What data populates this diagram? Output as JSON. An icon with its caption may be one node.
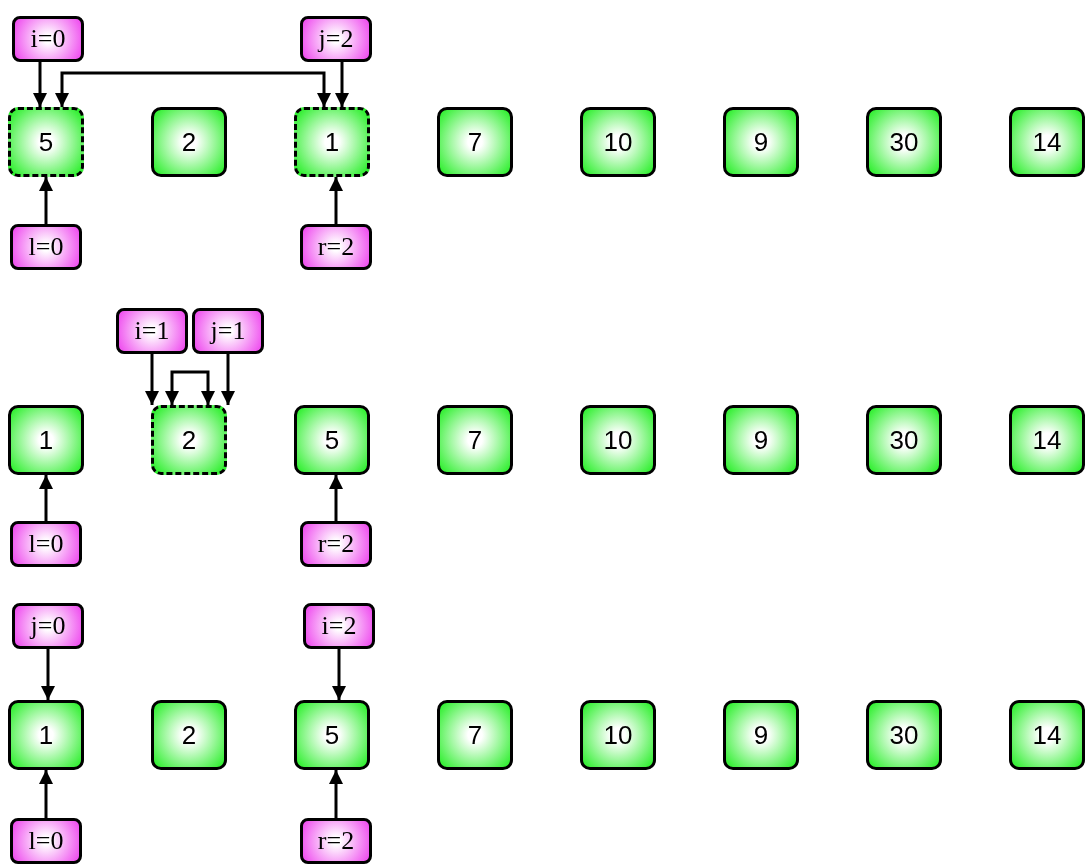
{
  "diagram": {
    "nodes": [
      {
        "text": [
          "i=0"
        ]
      },
      {
        "text": [
          "j=2"
        ]
      },
      {
        "text": [
          "5"
        ]
      },
      {
        "text": [
          "2"
        ]
      },
      {
        "text": [
          "1"
        ]
      },
      {
        "text": [
          "7"
        ]
      },
      {
        "text": [
          "10"
        ]
      },
      {
        "text": [
          "9"
        ]
      },
      {
        "text": [
          "30"
        ]
      },
      {
        "text": [
          "14"
        ]
      },
      {
        "text": [
          "l=0"
        ]
      },
      {
        "text": [
          "r=2"
        ]
      },
      {
        "text": [
          "i=1"
        ]
      },
      {
        "text": [
          "j=1"
        ]
      },
      {
        "text": [
          "1"
        ]
      },
      {
        "text": [
          "2"
        ]
      },
      {
        "text": [
          "5"
        ]
      },
      {
        "text": [
          "7"
        ]
      },
      {
        "text": [
          "10"
        ]
      },
      {
        "text": [
          "9"
        ]
      },
      {
        "text": [
          "30"
        ]
      },
      {
        "text": [
          "14"
        ]
      },
      {
        "text": [
          "l=0"
        ]
      },
      {
        "text": [
          "r=2"
        ]
      },
      {
        "text": [
          "j=0"
        ]
      },
      {
        "text": [
          "i=2"
        ]
      },
      {
        "text": [
          "1"
        ]
      },
      {
        "text": [
          "2"
        ]
      },
      {
        "text": [
          "5"
        ]
      },
      {
        "text": [
          "7"
        ]
      },
      {
        "text": [
          "10"
        ]
      },
      {
        "text": [
          "9"
        ]
      },
      {
        "text": [
          "30"
        ]
      },
      {
        "text": [
          "14"
        ]
      },
      {
        "text": [
          "l=0"
        ]
      },
      {
        "text": [
          "r=2"
        ]
      }
    ],
    "edges": [
      {
        "from": 0,
        "to": 2,
        "arrow": "to"
      },
      {
        "from": 1,
        "to": 4,
        "arrow": "to"
      },
      {
        "from": 4,
        "to": 2,
        "arrow": "both"
      },
      {
        "from": 10,
        "to": 2,
        "arrow": "to"
      },
      {
        "from": 11,
        "to": 4,
        "arrow": "to"
      },
      {
        "from": 12,
        "to": 15,
        "arrow": "to"
      },
      {
        "from": 13,
        "to": 15,
        "arrow": "to"
      },
      {
        "from": 15,
        "to": 15,
        "arrow": "both"
      },
      {
        "from": 22,
        "to": 14,
        "arrow": "to"
      },
      {
        "from": 23,
        "to": 16,
        "arrow": "to"
      },
      {
        "from": 24,
        "to": 26,
        "arrow": "to"
      },
      {
        "from": 25,
        "to": 28,
        "arrow": "to"
      },
      {
        "from": 34,
        "to": 26,
        "arrow": "to"
      },
      {
        "from": 35,
        "to": 28,
        "arrow": "to"
      }
    ]
  }
}
